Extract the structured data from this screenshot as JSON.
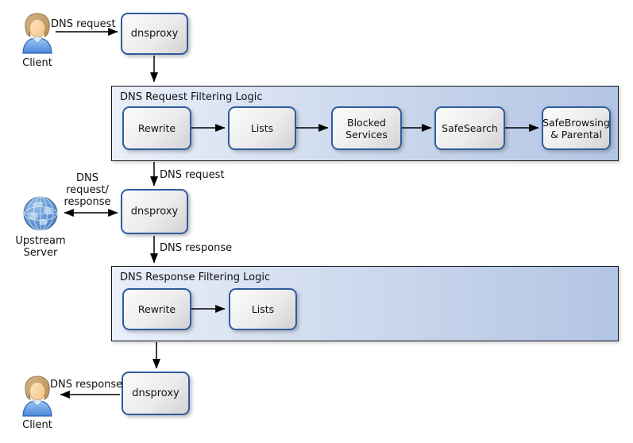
{
  "diagram": {
    "client_top_label": "Client",
    "client_bottom_label": "Client",
    "upstream_label": [
      "Upstream",
      "Server"
    ],
    "dnsproxy1_label": "dnsproxy",
    "dnsproxy2_label": "dnsproxy",
    "dnsproxy3_label": "dnsproxy",
    "request_container": {
      "title": "DNS Request Filtering Logic",
      "boxes": [
        "Rewrite",
        "Lists",
        "Blocked Services",
        "SafeSearch",
        "SafeBrowsing & Parental"
      ]
    },
    "response_container": {
      "title": "DNS Response Filtering Logic",
      "boxes": [
        "Rewrite",
        "Lists"
      ]
    },
    "edge_labels": {
      "top_request": "DNS request",
      "mid_request": "DNS request",
      "upstream_arrow": [
        "DNS",
        "request/",
        "response"
      ],
      "mid_response": "DNS response",
      "bottom_response": "DNS response"
    },
    "colors": {
      "container_fill_left": "#eaeffa",
      "container_fill_right": "#b3c5e4",
      "container_border": "#15181c",
      "box_border": "#2e5c9e",
      "box_fill_light": "#fbfbfb",
      "box_fill_dark": "#d2d2d2",
      "arrow": "#000000"
    }
  }
}
